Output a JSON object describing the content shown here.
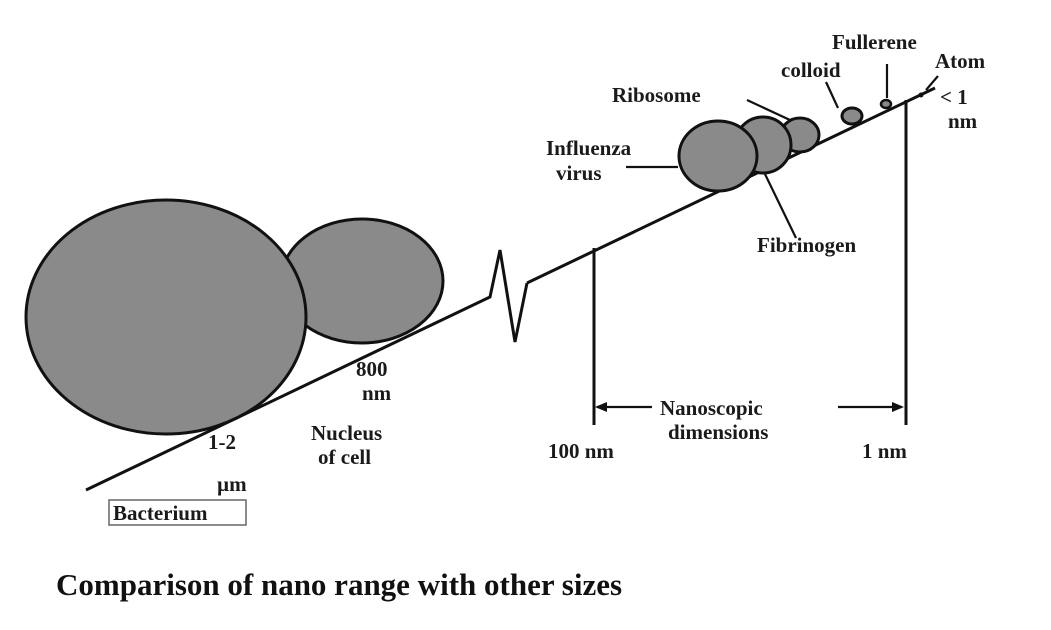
{
  "colors": {
    "particle_fill": "#8a8a8a",
    "stroke": "#111111",
    "background": "#ffffff"
  },
  "labels": {
    "fullerene": "Fullerene",
    "colloid": "colloid",
    "atom": "Atom",
    "atom_size_line1": "< 1",
    "atom_size_line2": "nm",
    "ribosome": "Ribosome",
    "influenza_line1": "Influenza",
    "influenza_line2": "virus",
    "fibrinogen": "Fibrinogen",
    "nucleus_size_line1": "800",
    "nucleus_size_line2": "nm",
    "nucleus_line1": "Nucleus",
    "nucleus_line2": "of cell",
    "bacterium_size_line1": "1-2",
    "bacterium_size_line2": "µm",
    "bacterium": "Bacterium",
    "scale_100nm": "100 nm",
    "scale_1nm": "1 nm",
    "nanoscopic_line1": "Nanoscopic",
    "nanoscopic_line2": "dimensions"
  },
  "caption": "Comparison of nano range with other sizes"
}
